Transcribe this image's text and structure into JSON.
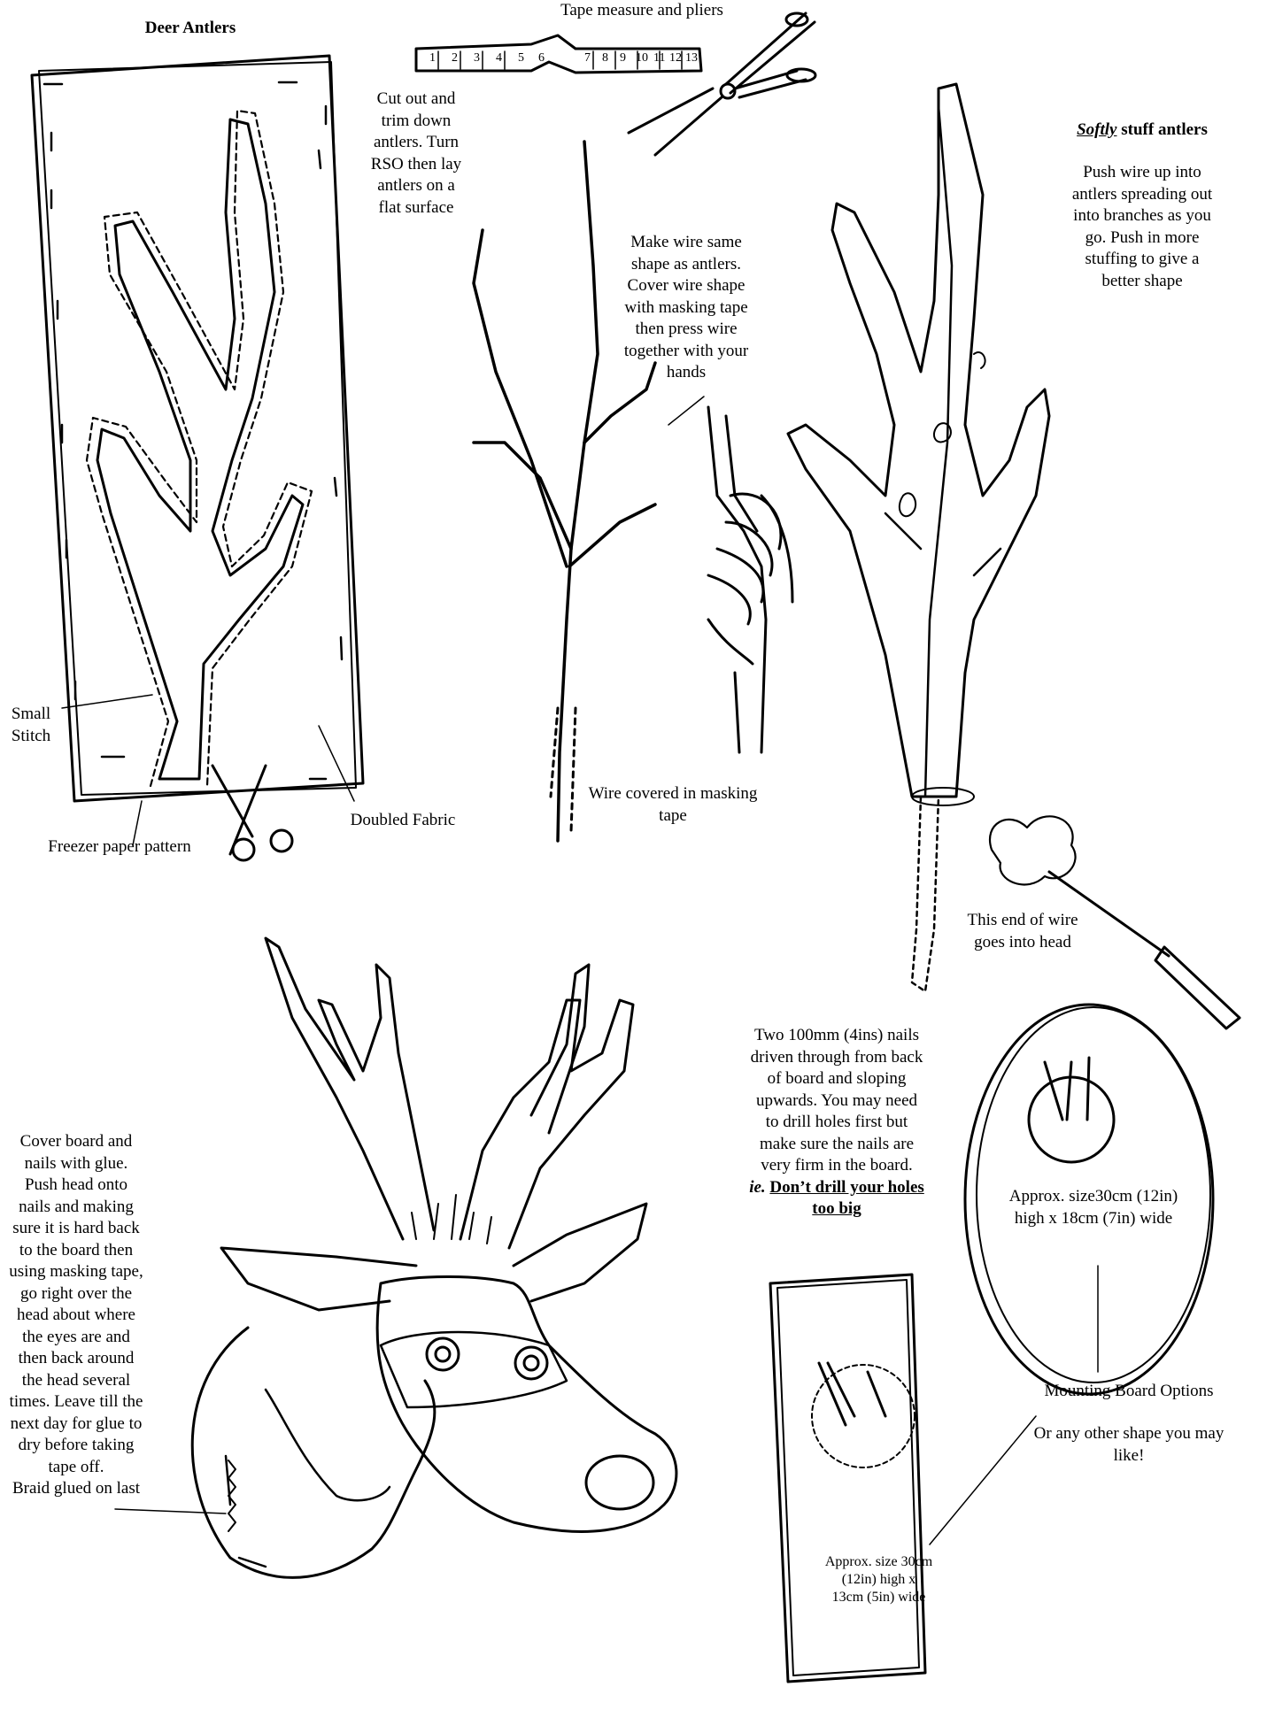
{
  "page": {
    "title": "Deer Antlers",
    "tools_label": "Tape measure and pliers",
    "tape_numbers": [
      "1",
      "2",
      "3",
      "4",
      "5",
      "6",
      "7",
      "8",
      "9",
      "10",
      "11",
      "12",
      "13"
    ],
    "cut_out_text": [
      "Cut out and",
      "trim down",
      "antlers. Turn",
      "RSO then lay",
      "antlers on a",
      "flat surface"
    ],
    "wire_shape_text": [
      "Make wire same",
      "shape as antlers.",
      "Cover wire shape",
      "with masking tape",
      "then press wire",
      "together with your",
      "hands"
    ],
    "softly_stuff_title": {
      "em": "Softly",
      "rest": " stuff antlers"
    },
    "push_wire_text": [
      "Push wire up into",
      "antlers spreading out",
      "into branches as you",
      "go. Push in more",
      "stuffing to give a",
      "better shape"
    ],
    "small_stitch_label": [
      "Small",
      "Stitch"
    ],
    "freezer_paper_label": "Freezer paper pattern",
    "doubled_fabric_label": "Doubled Fabric",
    "wire_covered_label": [
      "Wire covered in masking",
      "tape"
    ],
    "wire_end_label": [
      "This end of wire",
      "goes into head"
    ],
    "nails_text": [
      "Two 100mm (4ins) nails",
      "driven through from back",
      "of board and sloping",
      "upwards. You may need",
      "to drill holes first but",
      "make sure the nails are",
      "very firm in the board."
    ],
    "nails_warning": {
      "ie": "ie.",
      "line1": "Don’t drill your holes",
      "line2": "too big"
    },
    "oval_size_text": [
      "Approx. size30cm (12in)",
      "high x 18cm (7in) wide"
    ],
    "mounting_options_label": "Mounting Board Options",
    "other_shape_text": [
      "Or any other shape you may",
      "like!"
    ],
    "rect_size_text": [
      "Approx. size 30cm",
      "(12in) high x",
      "13cm (5in) wide"
    ],
    "cover_board_text": [
      "Cover board and",
      "nails with glue.",
      "Push head onto",
      "nails and making",
      "sure it is hard back",
      "to the board then",
      "using masking tape,",
      "go right over the",
      "head about where",
      "the eyes are and",
      "then back around",
      "the head several",
      "times. Leave till the",
      "next day for glue to",
      "dry before taking",
      "tape off.",
      "Braid glued on last"
    ]
  }
}
